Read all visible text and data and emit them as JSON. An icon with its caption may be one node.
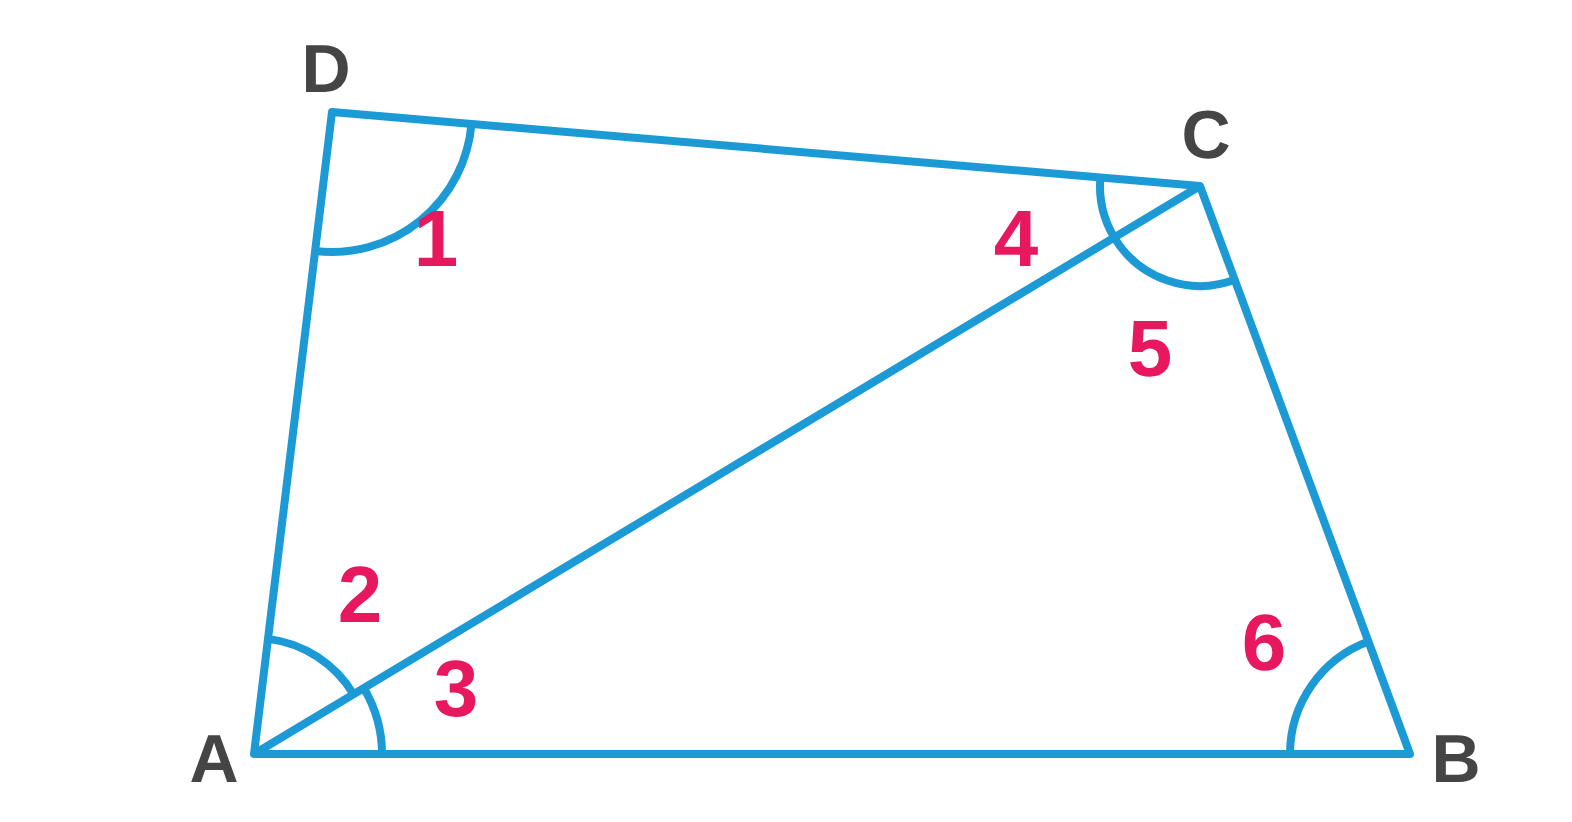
{
  "diagram": {
    "labels": [
      "D",
      "C",
      "1",
      "4",
      "5",
      "2",
      "6",
      "3",
      "A",
      "B"
    ]
  }
}
